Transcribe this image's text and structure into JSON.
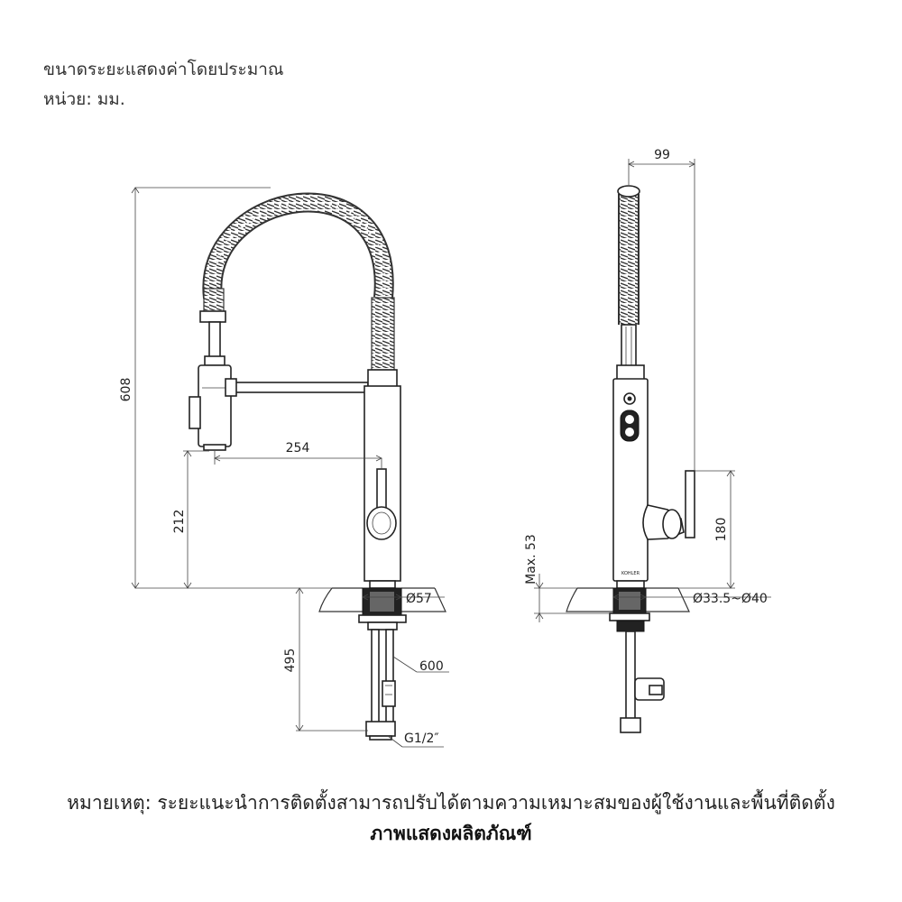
{
  "header": {
    "line1": "ขนาดระยะแสดงค่าโดยประมาณ",
    "line2": "หน่วย: มม."
  },
  "dimensions": {
    "front": {
      "height_total": "608",
      "spout_reach": "254",
      "spout_height": "212",
      "below_counter": "495",
      "hole_dia": "Ø57",
      "hose_length": "600",
      "connector": "G1/2″"
    },
    "side": {
      "depth": "99",
      "handle_height": "180",
      "max_thickness": "Max. 53",
      "hole_range": "Ø33.5~Ø40"
    }
  },
  "brand_mark": "KOHLER",
  "footer": {
    "note": "หมายเหตุ: ระยะแนะนำการติดตั้งสามารถปรับได้ตามความเหมาะสมของผู้ใช้งานและพื้นที่ติดตั้ง",
    "caption": "ภาพแสดงผลิตภัณฑ์"
  }
}
